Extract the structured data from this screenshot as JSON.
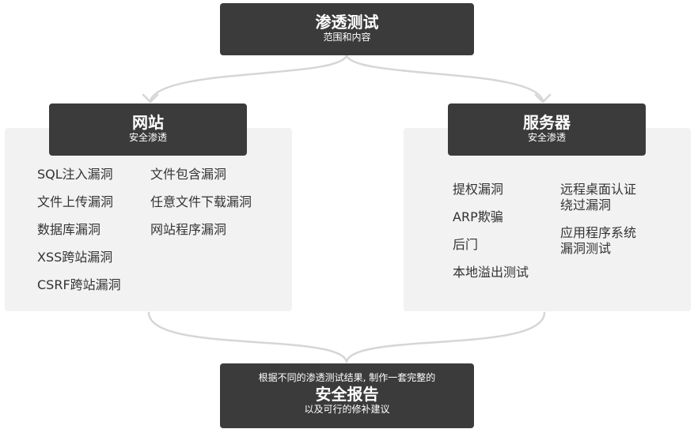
{
  "top": {
    "title": "渗透测试",
    "subtitle": "范围和内容"
  },
  "website": {
    "title": "网站",
    "subtitle": "安全渗透",
    "items_col1": [
      "SQL注入漏洞",
      "文件上传漏洞",
      "数据库漏洞",
      "XSS跨站漏洞",
      "CSRF跨站漏洞"
    ],
    "items_col2": [
      "文件包含漏洞",
      "任意文件下载漏洞",
      "网站程序漏洞"
    ]
  },
  "server": {
    "title": "服务器",
    "subtitle": "安全渗透",
    "items_col1": [
      "提权漏洞",
      "ARP欺骗",
      "后门",
      "本地溢出测试"
    ],
    "items_col2": [
      "远程桌面认证",
      "绕过漏洞",
      "应用程序系统",
      "漏洞测试"
    ]
  },
  "report": {
    "line1": "根据不同的渗透测试结果, 制作一套完整的",
    "title": "安全报告",
    "line2": "以及可行的修补建议"
  },
  "colors": {
    "dark_box": "#3b3b3b",
    "panel": "#f2f2f2",
    "connector": "#d6d6d6",
    "text": "#333333"
  }
}
